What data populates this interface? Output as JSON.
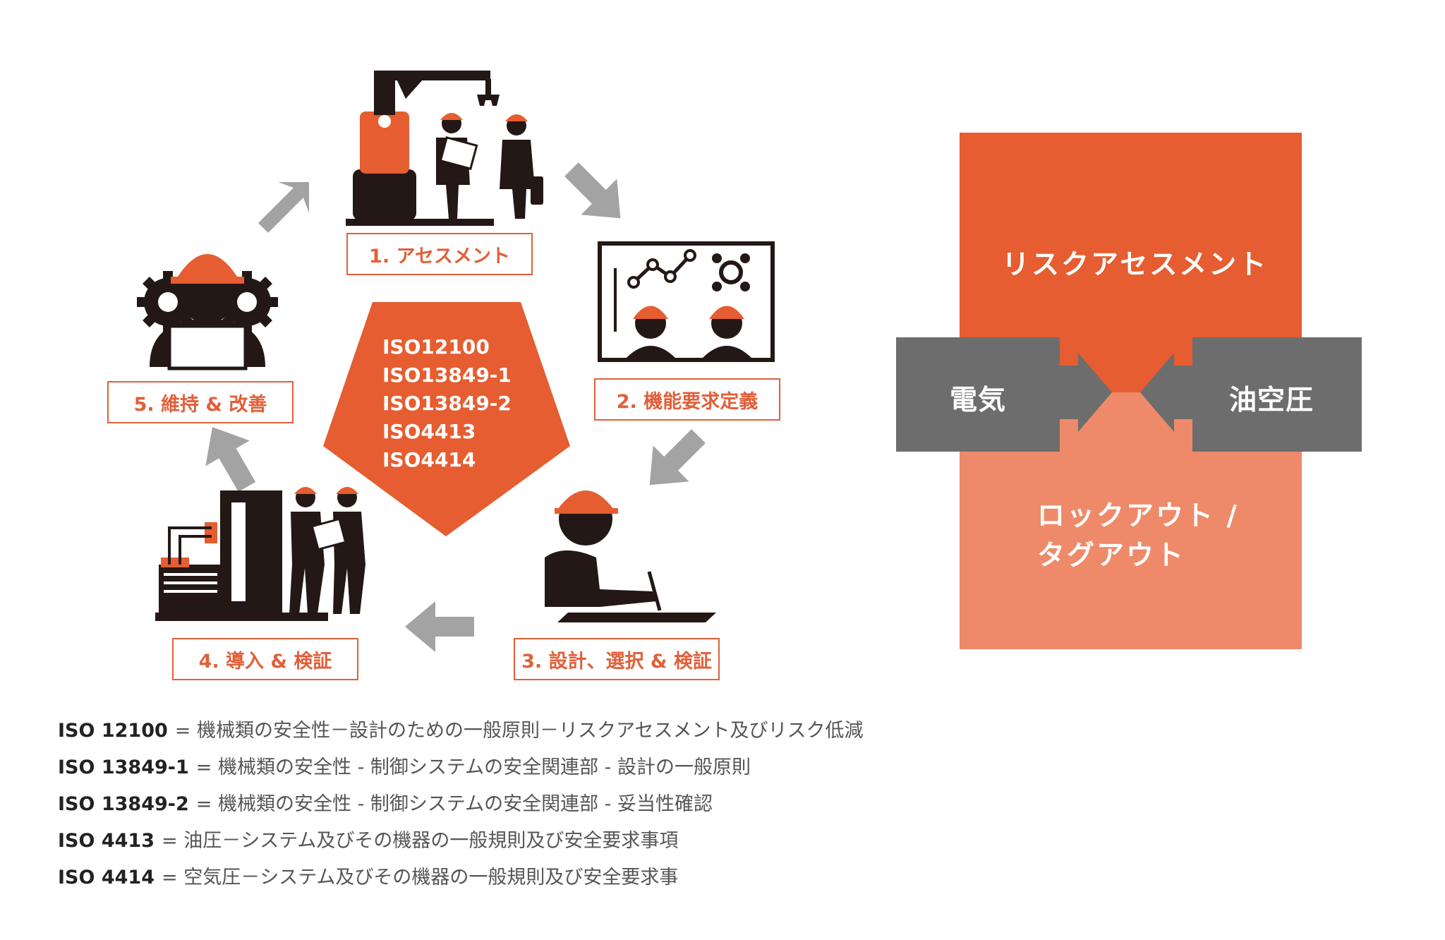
{
  "cycle": {
    "steps": [
      {
        "label": "1. アセスメント"
      },
      {
        "label": "2. 機能要求定義"
      },
      {
        "label": "3. 設計、選択 & 検証"
      },
      {
        "label": "4. 導入 & 検証"
      },
      {
        "label": "5. 維持 & 改善"
      }
    ],
    "standards": [
      "ISO12100",
      "ISO13849-1",
      "ISO13849-2",
      "ISO4413",
      "ISO4414"
    ]
  },
  "legend": [
    {
      "code": "ISO 12100",
      "text": "= 機械類の安全性－設計のための一般原則－リスクアセスメント及びリスク低減"
    },
    {
      "code": "ISO 13849-1",
      "text": "= 機械類の安全性 - 制御システムの安全関連部 - 設計の一般原則"
    },
    {
      "code": "ISO 13849-2",
      "text": "= 機械類の安全性 - 制御システムの安全関連部 - 妥当性確認"
    },
    {
      "code": "ISO 4413",
      "text": "= 油圧－システム及びその機器の一般規則及び安全要求事項"
    },
    {
      "code": "ISO 4414",
      "text": "= 空気圧－システム及びその機器の一般規則及び安全要求事"
    }
  ],
  "right_diagram": {
    "top": "リスクアセスメント",
    "bottom_line1": "ロックアウト /",
    "bottom_line2": "タグアウト",
    "left": "電気",
    "right": "油空圧"
  },
  "colors": {
    "orange": "#e55d30",
    "light_orange": "#ee8a69",
    "gray": "#6d6d6d",
    "arrow_gray": "#a3a3a3",
    "dark": "#231815"
  },
  "icons": {
    "step1": "robot-arm-workers-icon",
    "step2": "monitor-chart-workers-icon",
    "step3": "worker-writing-icon",
    "step4": "machine-workers-icon",
    "step5": "worker-gears-laptop-icon"
  }
}
